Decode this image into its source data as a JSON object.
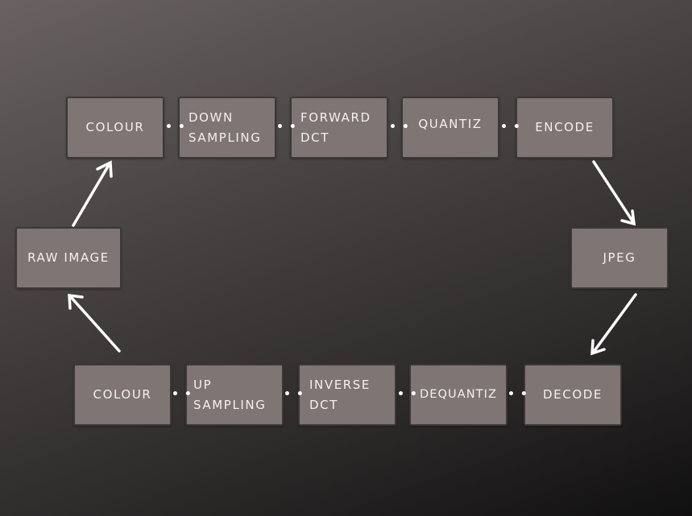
{
  "diagram": {
    "top_row": [
      {
        "id": "colour_top",
        "label": "COLOUR"
      },
      {
        "id": "down_sampling",
        "label": "DOWN\nSAMPLING"
      },
      {
        "id": "forward_dct",
        "label": "FORWARD\nDCT"
      },
      {
        "id": "quantiz",
        "label": "QUANTIZ"
      },
      {
        "id": "encode",
        "label": "ENCODE"
      }
    ],
    "right": {
      "id": "jpeg",
      "label": "JPEG"
    },
    "bottom_row": [
      {
        "id": "decode",
        "label": "DECODE"
      },
      {
        "id": "dequantiz",
        "label": "DEQUANTIZ"
      },
      {
        "id": "inverse_dct",
        "label": "INVERSE\nDCT"
      },
      {
        "id": "up_sampling",
        "label": "UP\nSAMPLING"
      },
      {
        "id": "colour_bottom",
        "label": "COLOUR"
      }
    ],
    "left": {
      "id": "raw_image",
      "label": "RAW IMAGE"
    },
    "connector": "• •",
    "arrows": [
      {
        "from": "encode",
        "to": "jpeg"
      },
      {
        "from": "jpeg",
        "to": "decode"
      },
      {
        "from": "colour_bottom",
        "to": "raw_image"
      },
      {
        "from": "raw_image",
        "to": "colour_top"
      }
    ]
  }
}
